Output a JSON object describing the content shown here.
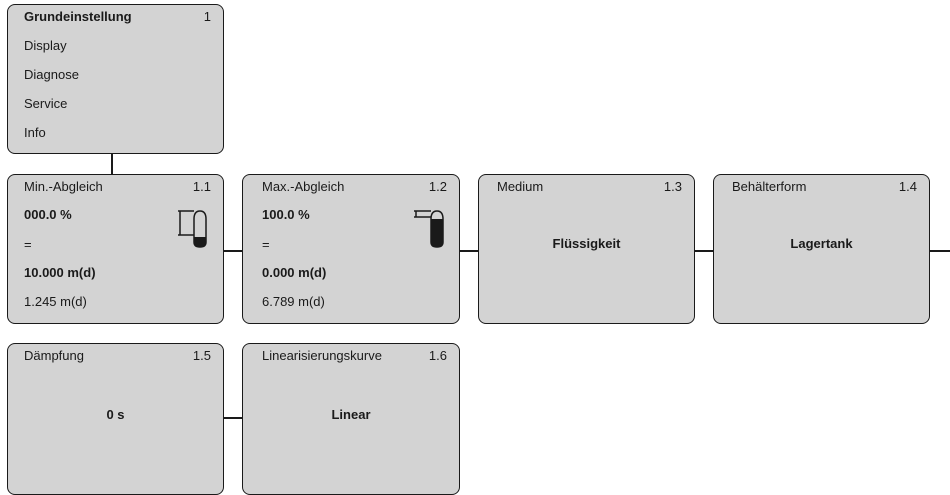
{
  "menu": {
    "items": [
      "Grundeinstellung",
      "Display",
      "Diagnose",
      "Service",
      "Info"
    ],
    "number": "1"
  },
  "boxes": {
    "min": {
      "title": "Min.-Abgleich",
      "num": "1.1",
      "percent": "000.0 %",
      "eq": "=",
      "value": "10.000 m(d)",
      "reading": "1.245 m(d)"
    },
    "max": {
      "title": "Max.-Abgleich",
      "num": "1.2",
      "percent": "100.0 %",
      "eq": "=",
      "value": "0.000 m(d)",
      "reading": "6.789 m(d)"
    },
    "medium": {
      "title": "Medium",
      "num": "1.3",
      "value": "Flüssigkeit"
    },
    "form": {
      "title": "Behälterform",
      "num": "1.4",
      "value": "Lagertank"
    },
    "damp": {
      "title": "Dämpfung",
      "num": "1.5",
      "value": "0 s"
    },
    "lin": {
      "title": "Linearisierungskurve",
      "num": "1.6",
      "value": "Linear"
    }
  },
  "icons": [
    "tank-min-icon",
    "tank-max-icon"
  ]
}
